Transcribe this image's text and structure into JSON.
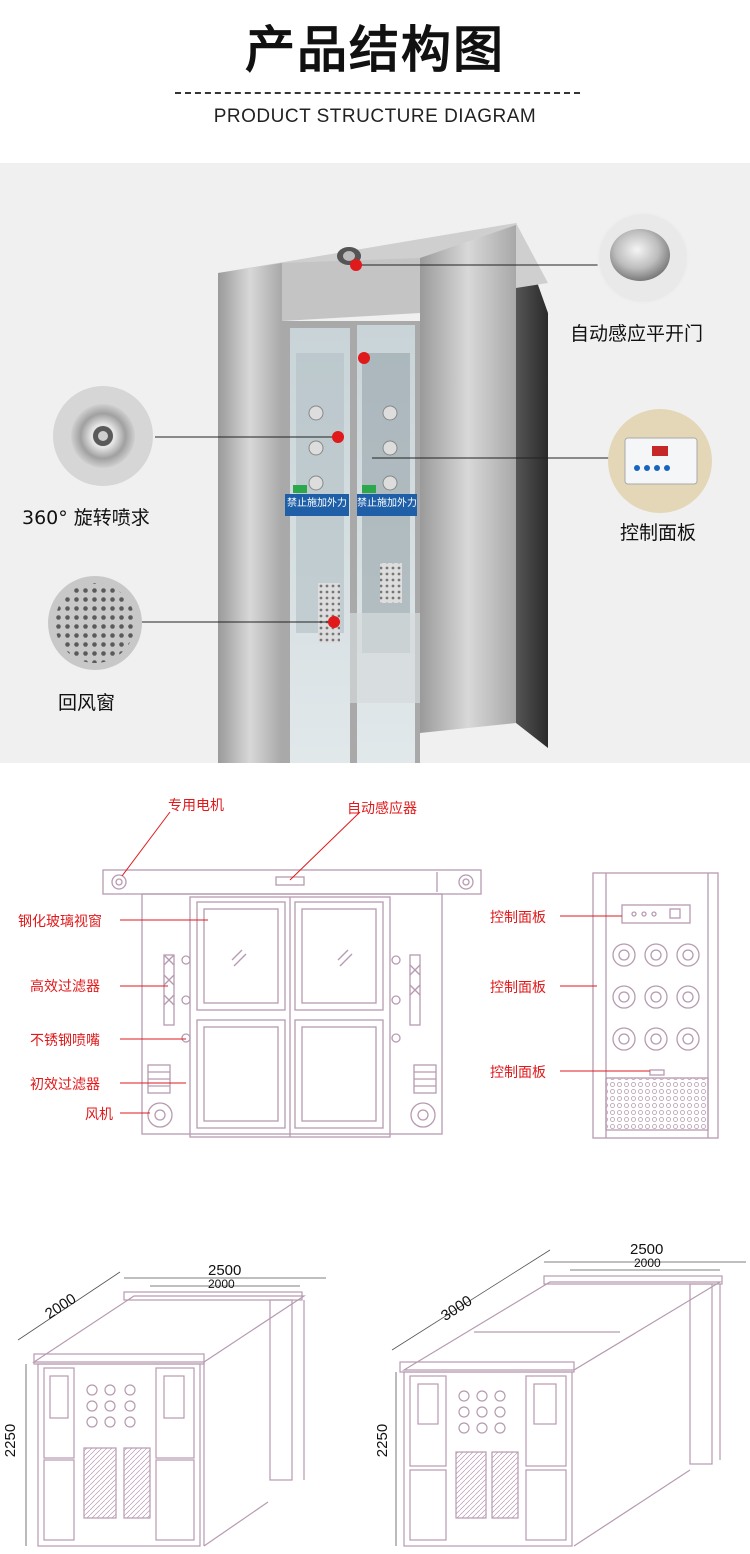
{
  "header": {
    "title": "产品结构图",
    "subtitle": "PRODUCT STRUCTURE DIAGRAM"
  },
  "photo_labels": {
    "auto_door": "自动感应平开门",
    "nozzle": "360°  旋转喷求",
    "control_panel": "控制面板",
    "return_vent": "回风窗"
  },
  "door_signs": {
    "left": "禁止施加外力",
    "right": "禁止施加外力"
  },
  "front_diagram_labels": {
    "motor": "专用电机",
    "sensor": "自动感应器",
    "glass": "钢化玻璃视窗",
    "hepa": "高效过滤器",
    "nozzle": "不锈钢喷嘴",
    "prefilter": "初效过滤器",
    "fan": "风机"
  },
  "side_diagram_labels": {
    "label1": "控制面板",
    "label2": "控制面板",
    "label3": "控制面板"
  },
  "dimensions_left": {
    "width_outer": "2500",
    "width_inner": "2000",
    "depth": "2000",
    "height": "2250"
  },
  "dimensions_right": {
    "width_outer": "2500",
    "width_inner": "2000",
    "depth": "3000",
    "height": "2250"
  },
  "colors": {
    "accent_red": "#e0191b",
    "panel_bg": "#f0f0f0",
    "line_drawing": "#b79ab0"
  }
}
